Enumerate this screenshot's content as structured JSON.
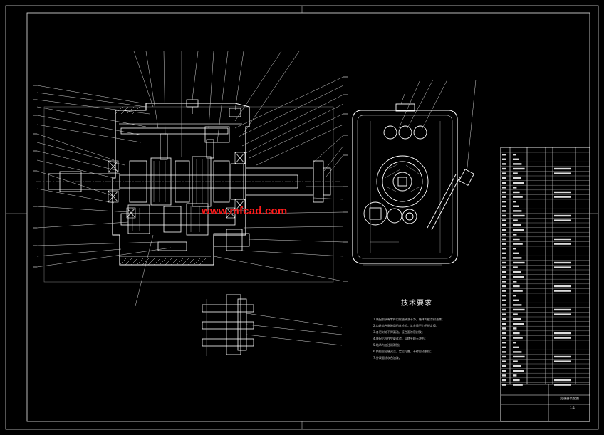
{
  "watermark": {
    "text": "www.mfcad.com",
    "color": "#ff1a1a"
  },
  "technical_requirements": {
    "title": "技术要求",
    "lines": [
      "1.装配前所有零件用煤油清洗干净，箱体内壁涂耐油漆；",
      "2.齿轮啮合侧隙用铅丝检验，其余量不小于规定值；",
      "3.各密封处不得漏油，接合面涂密封胶；",
      "4.装配后应作空载试验，运转平稳无冲击；",
      "5.轴承内加注润滑脂；",
      "6.换挡应轻便灵活，定位可靠，不得自动脱挡；",
      "7.外表面涂灰色油漆。"
    ]
  },
  "title_block": {
    "drawing_name": "变速器装配图",
    "scale": "1:1"
  },
  "colors": {
    "background": "#000000",
    "lines": "#ffffff",
    "secondary": "#b0b0b0"
  }
}
